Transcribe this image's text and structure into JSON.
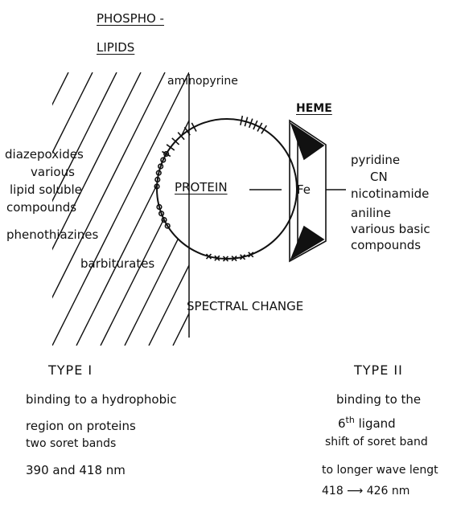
{
  "colors": {
    "ink": "#111111",
    "background": "#ffffff"
  },
  "diagram": {
    "phospholipids_line1": "PHOSPHO -",
    "phospholipids_line2": "LIPIDS",
    "heme_label": "HEME",
    "fe_label": "Fe",
    "protein_label": "PROTEIN",
    "aminopyrine": "aminopyrine",
    "diazepoxides": "diazepoxides",
    "various_lipid_1": "various",
    "various_lipid_2": "lipid soluble",
    "various_lipid_3": "compounds",
    "phenothiazines": "phenothiazines",
    "barbiturates": "barbiturates",
    "spectral_change": "SPECTRAL CHANGE",
    "pyridine": "pyridine",
    "cn": "CN",
    "nicotinamide": "nicotinamide",
    "aniline": "aniline",
    "various_basic_1": "various basic",
    "various_basic_2": "compounds"
  },
  "type_one": {
    "title": "TYPE  I",
    "line1": "binding to a hydrophobic",
    "line2": "region on proteins",
    "line3": "two soret bands",
    "line4": "390   and   418 nm"
  },
  "type_two": {
    "title": "TYPE II",
    "line1": "binding to the",
    "line2_num": "6",
    "line2_sup": "th",
    "line2_rest": "  ligand",
    "line3": "shift of soret band",
    "line4": "to longer wave lengt",
    "line5": "418  ⟶ 426 nm"
  }
}
